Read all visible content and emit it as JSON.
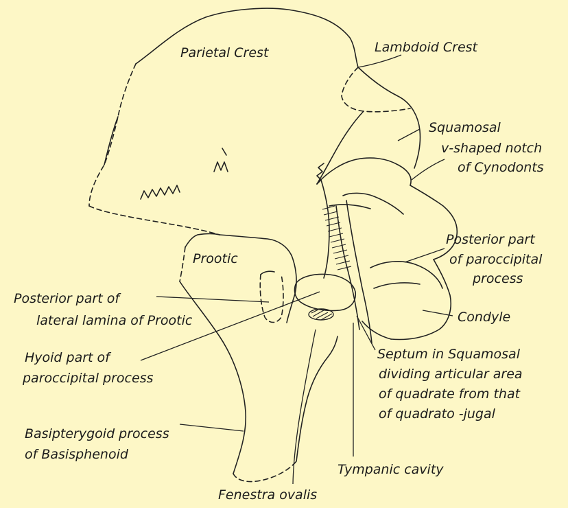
{
  "labels": {
    "parietal_crest": "Parietal Crest",
    "lambdoid_crest": "Lambdoid Crest",
    "squamosal": "Squamosal",
    "v_notch_1": "v-shaped notch",
    "v_notch_2": "of Cynodonts",
    "prootic": "Prootic",
    "posterior_paroccipital_1": "Posterior part",
    "posterior_paroccipital_2": "of paroccipital",
    "posterior_paroccipital_3": "process",
    "posterior_lateral_lamina_1": "Posterior part of",
    "posterior_lateral_lamina_2": "lateral lamina of Prootic",
    "condyle": "Condyle",
    "hyoid_1": "Hyoid part of",
    "hyoid_2": "paroccipital process",
    "septum_1": "Septum in Squamosal",
    "septum_2": "dividing articular area",
    "septum_3": "of quadrate from that",
    "septum_4": "of quadrato -jugal",
    "basipterygoid_1": "Basipterygoid process",
    "basipterygoid_2": "of Basisphenoid",
    "tympanic_cavity": "Tympanic cavity",
    "fenestra_ovalis": "Fenestra ovalis"
  }
}
